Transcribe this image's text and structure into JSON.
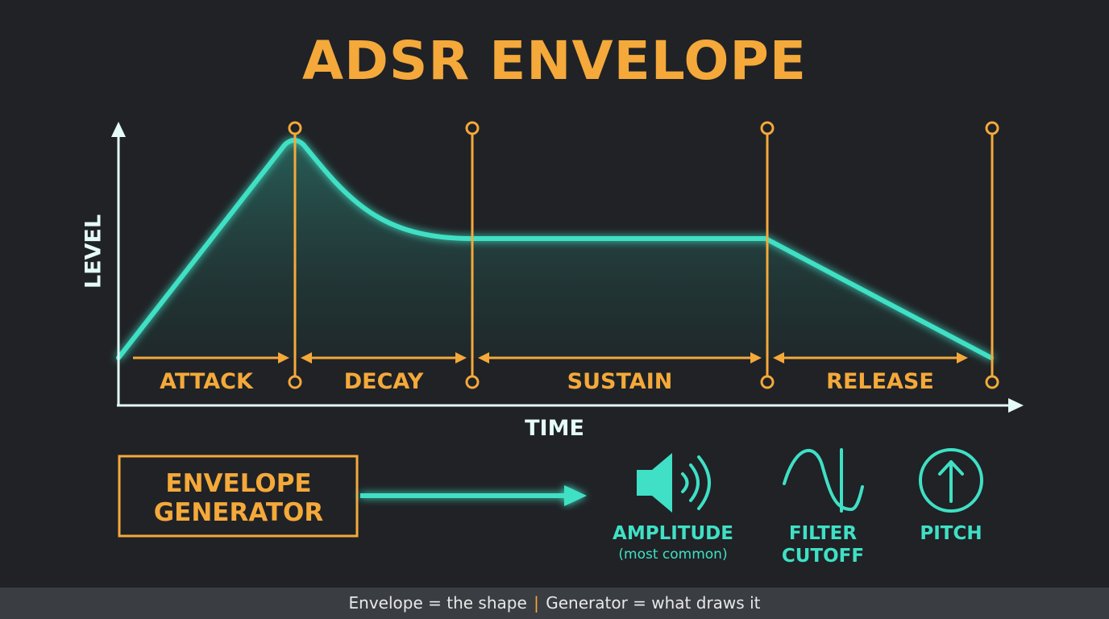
{
  "title": "ADSR ENVELOPE",
  "axes": {
    "y_label": "LEVEL",
    "x_label": "TIME"
  },
  "phases": [
    {
      "label": "ATTACK"
    },
    {
      "label": "DECAY"
    },
    {
      "label": "SUSTAIN"
    },
    {
      "label": "RELEASE"
    }
  ],
  "generator": {
    "line1": "ENVELOPE",
    "line2": "GENERATOR"
  },
  "targets": [
    {
      "icon": "speaker-icon",
      "line1": "AMPLITUDE",
      "note": "(most common)"
    },
    {
      "icon": "filter-wave-icon",
      "line1": "FILTER",
      "line2": "CUTOFF"
    },
    {
      "icon": "up-arrow-circle-icon",
      "line1": "PITCH"
    }
  ],
  "footer": {
    "left": "Envelope = the shape",
    "separator": "|",
    "right": "Generator = what draws it"
  },
  "colors": {
    "background": "#202226",
    "accent_orange": "#F4A93A",
    "accent_teal": "#3FE0C5",
    "axis": "#E4FBF6",
    "footer_bar": "#3A3D42"
  }
}
